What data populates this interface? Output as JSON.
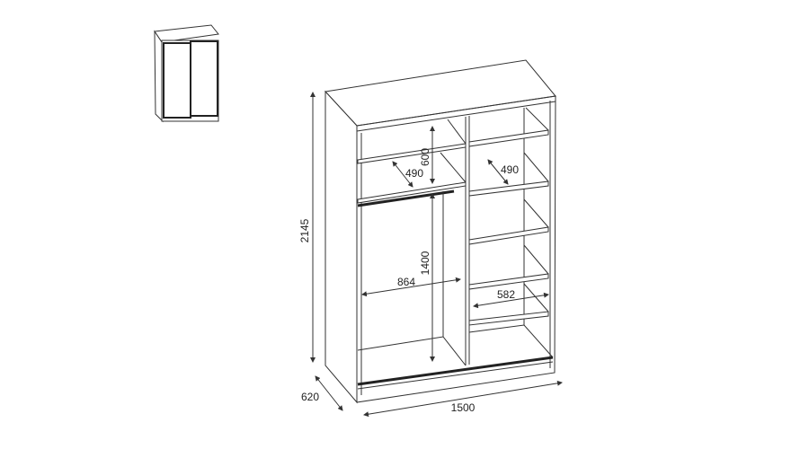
{
  "title": "Wardrobe dimension drawing",
  "dimensions": {
    "height": "2145",
    "depth": "620",
    "width": "1500",
    "top_shelf_height": "600",
    "left_shelf_depth": "490",
    "right_shelf_depth": "490",
    "hanging_height": "1400",
    "left_width": "864",
    "right_width": "582"
  },
  "colors": {
    "line": "#333333",
    "background": "#ffffff"
  }
}
